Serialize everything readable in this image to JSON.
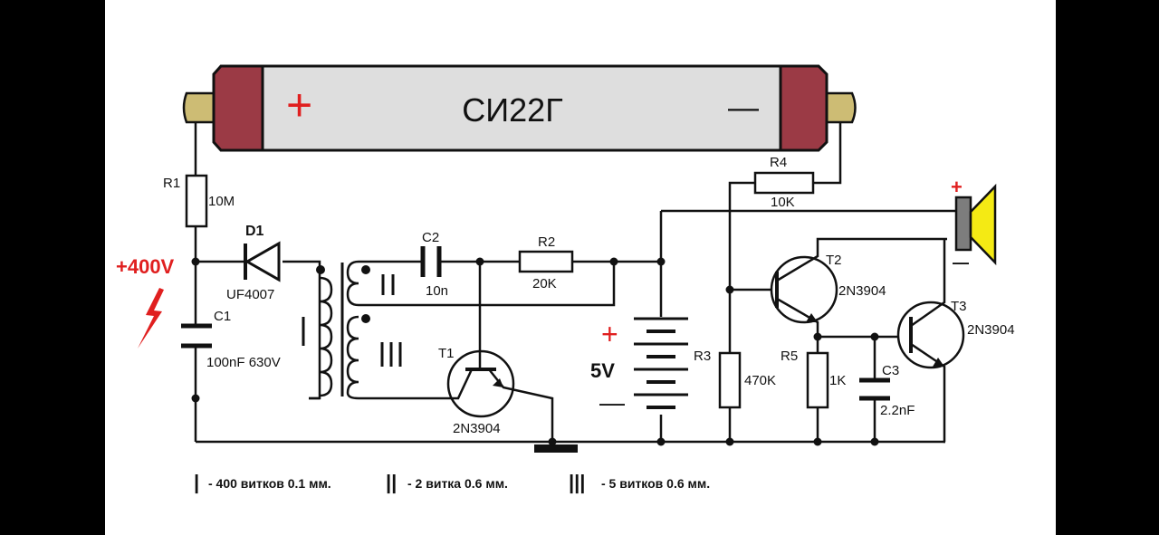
{
  "tube": {
    "name": "СИ22Г",
    "plus": "+",
    "minus": "—"
  },
  "components": {
    "R1": {
      "ref": "R1",
      "value": "10M"
    },
    "D1": {
      "ref": "D1",
      "value": "UF4007"
    },
    "C1": {
      "ref": "C1",
      "value": "100nF 630V"
    },
    "C2": {
      "ref": "C2",
      "value": "10n"
    },
    "R2": {
      "ref": "R2",
      "value": "20K"
    },
    "T1": {
      "ref": "T1",
      "value": "2N3904"
    },
    "R4": {
      "ref": "R4",
      "value": "10K"
    },
    "T2": {
      "ref": "T2",
      "value": "2N3904"
    },
    "T3": {
      "ref": "T3",
      "value": "2N3904"
    },
    "R3": {
      "ref": "R3",
      "value": "470K"
    },
    "R5": {
      "ref": "R5",
      "value": "1K"
    },
    "C3": {
      "ref": "C3",
      "value": "2.2nF"
    }
  },
  "hv_label": "+400V",
  "battery": {
    "voltage": "5V",
    "plus": "+",
    "minus": "—"
  },
  "speaker": {
    "plus": "+",
    "minus": "—"
  },
  "legend": [
    {
      "marks": "|",
      "text": "- 400 витков  0.1 мм."
    },
    {
      "marks": "||",
      "text": "- 2 витка  0.6 мм."
    },
    {
      "marks": "|||",
      "text": "- 5 витков  0.6 мм."
    }
  ],
  "colors": {
    "tube_body": "#dedede",
    "tube_cap": "#9b3a45",
    "tube_pin": "#cdbc74",
    "accent": "#e01f1f",
    "speaker_cone": "#f4ea14"
  }
}
